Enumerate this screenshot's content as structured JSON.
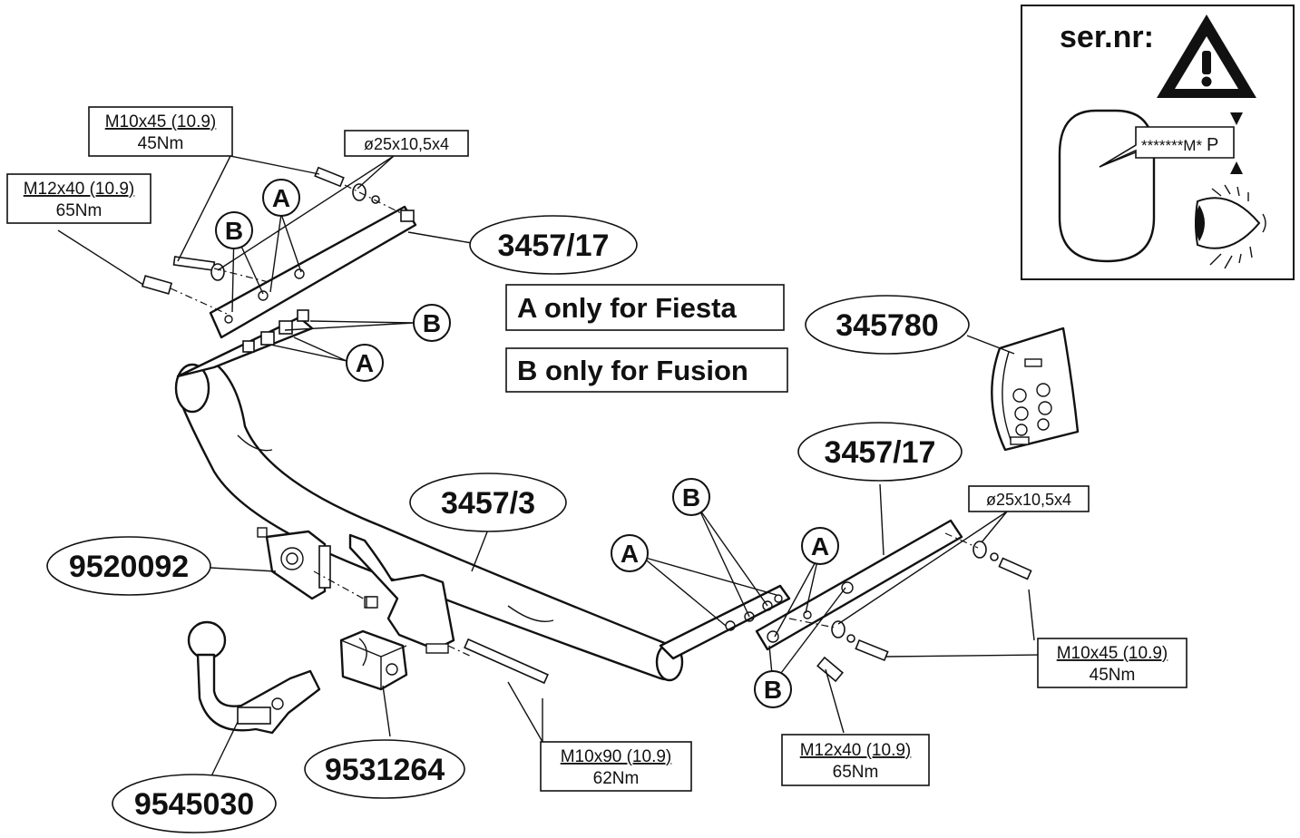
{
  "part_labels": {
    "crossbar_left": "3457/17",
    "crossbar_right": "3457/17",
    "bolt_kit": "345780",
    "main_bar": "3457/3",
    "socket_plate": "9520092",
    "clamp_block": "9531264",
    "tow_ball": "9545030"
  },
  "bolt_specs": {
    "m10x45_left": {
      "size": "M10x45 (10.9)",
      "torque": "45Nm"
    },
    "m12x40_left": {
      "size": "M12x40 (10.9)",
      "torque": "65Nm"
    },
    "m10x45_right": {
      "size": "M10x45 (10.9)",
      "torque": "45Nm"
    },
    "m12x40_right": {
      "size": "M12x40 (10.9)",
      "torque": "65Nm"
    },
    "m10x90": {
      "size": "M10x90 (10.9)",
      "torque": "62Nm"
    }
  },
  "washers": {
    "left": "ø25x10,5x4",
    "right": "ø25x10,5x4"
  },
  "hole_markers": {
    "a": "A",
    "b": "B"
  },
  "notes": {
    "a_note": "A only for Fiesta",
    "b_note": "B only for Fusion"
  },
  "serial_box": {
    "label": "ser.nr:",
    "code_stars": "*******M*",
    "code_letter": "P"
  },
  "icons": [
    "warning-triangle-icon",
    "eye-icon"
  ]
}
